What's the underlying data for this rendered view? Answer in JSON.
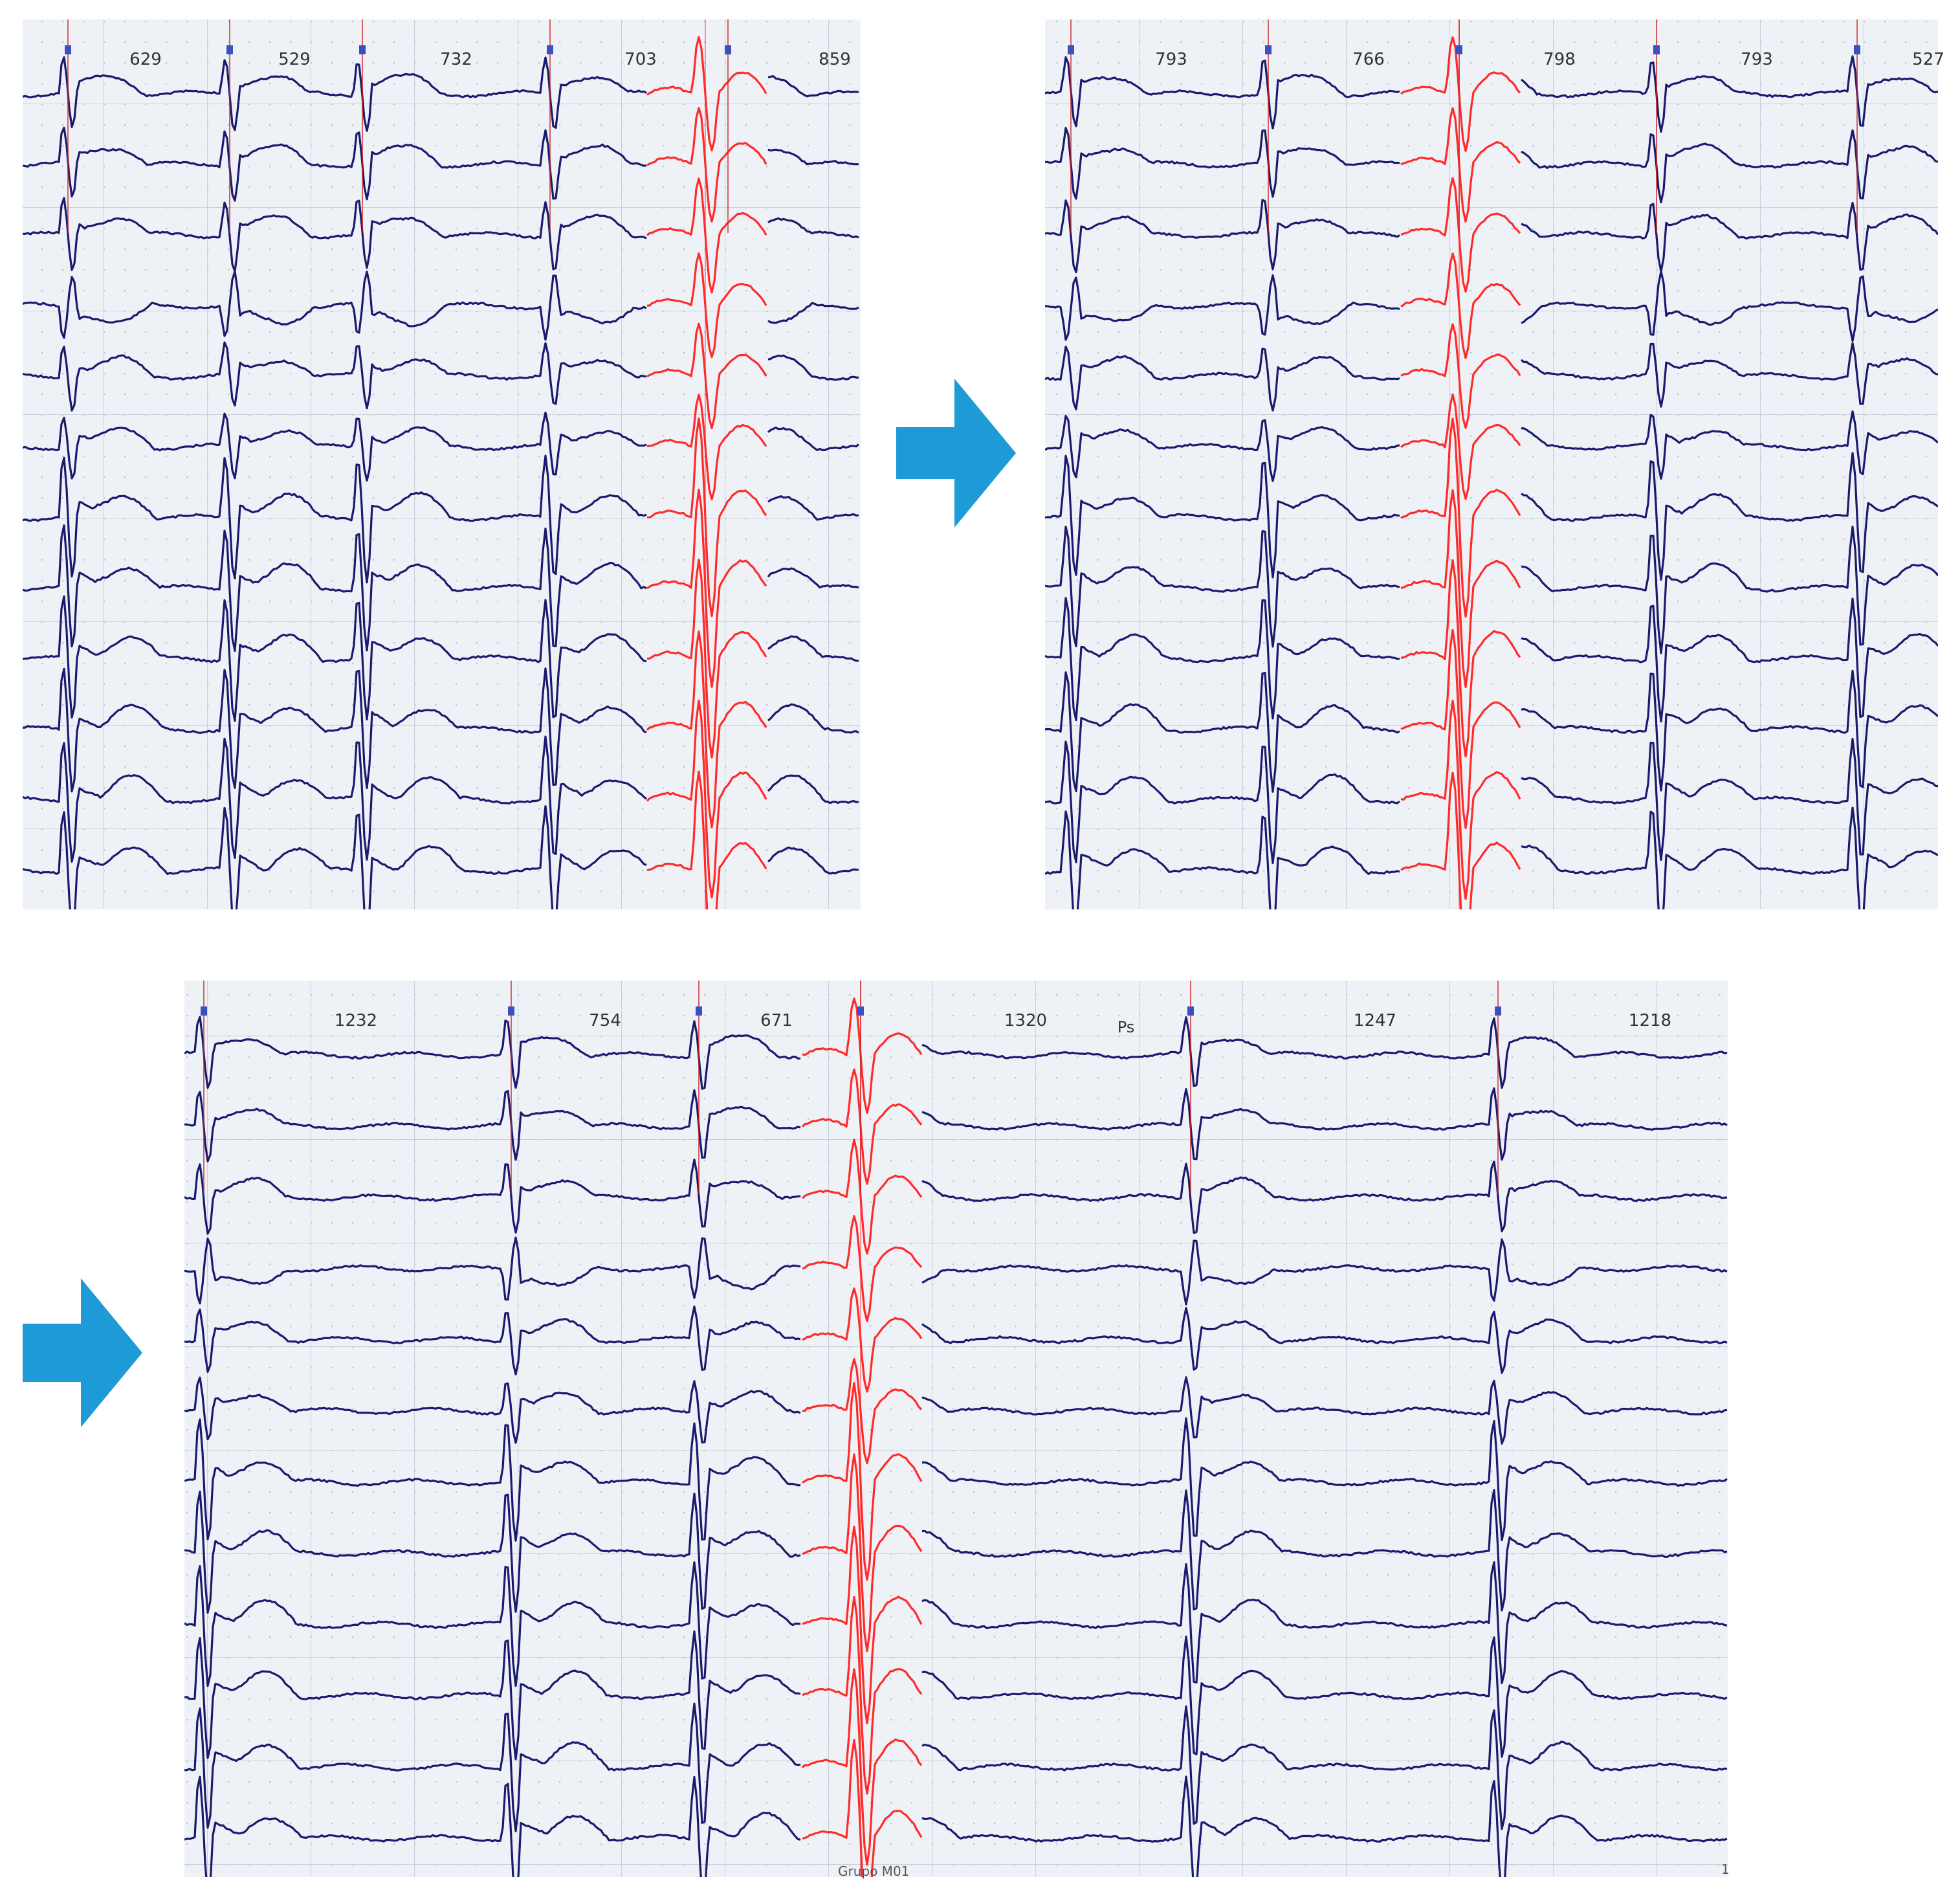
{
  "chart_data": [
    {
      "type": "line",
      "panel": "top-left",
      "intervals": [
        629,
        529,
        732,
        703,
        859
      ],
      "channels": 12,
      "highlight_color": "#ff2a2a",
      "trace_color": "#1a1a6e"
    },
    {
      "type": "line",
      "panel": "top-right",
      "intervals": [
        793,
        766,
        798,
        793,
        527
      ],
      "channels": 12,
      "highlight_color": "#ff2a2a",
      "trace_color": "#1a1a6e"
    },
    {
      "type": "line",
      "panel": "bottom",
      "intervals": [
        1232,
        754,
        671,
        1320,
        1247,
        1218
      ],
      "marker": "Ps",
      "channels": 12,
      "footer_left": "Grupo M01",
      "footer_right": "1",
      "highlight_color": "#ff2a2a",
      "trace_color": "#1a1a6e"
    }
  ],
  "arrows": [
    {
      "name": "arrow-right-icon",
      "color": "#1e9bd7"
    },
    {
      "name": "arrow-right-icon",
      "color": "#1e9bd7"
    }
  ],
  "grid_color": "#c9d3dc",
  "panel_bg": "#eef2f6"
}
